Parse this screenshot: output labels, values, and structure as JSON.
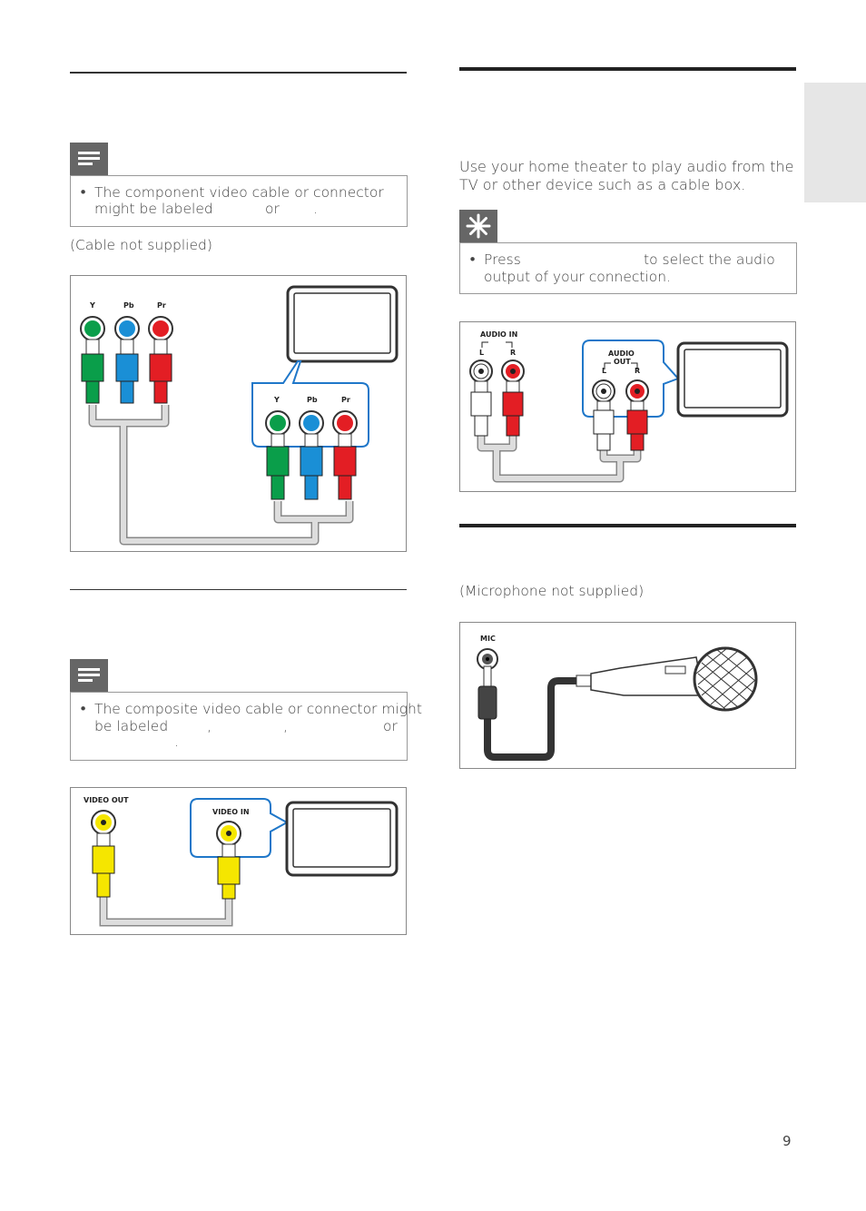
{
  "left": {
    "component_note": {
      "text_line1": "The component video cable or connector",
      "text_line2_a": "might be labeled",
      "text_line2_b": "or",
      "text_line2_c": "."
    },
    "component_caption": "(Cable not supplied)",
    "component_fig": {
      "source_labels": [
        "Y",
        "Pb",
        "Pr"
      ],
      "tv_labels": [
        "Y",
        "Pb",
        "Pr"
      ]
    },
    "composite_note": {
      "text_line1": "The composite video cable or connector might",
      "text_line2_a": "be labeled",
      "text_line2_b": ",",
      "text_line2_c": ",",
      "text_line2_d": "or",
      "text_line3": "."
    },
    "composite_fig": {
      "out_label": "VIDEO OUT",
      "in_label": "VIDEO IN"
    }
  },
  "right": {
    "audio_intro_line1": "Use your home theater to play audio from the",
    "audio_intro_line2": "TV or other device such as a cable box.",
    "audio_tip": {
      "text_a": "Press",
      "text_b": "to select the audio",
      "text_line2": "output of your connection."
    },
    "audio_fig": {
      "in_label": "AUDIO IN",
      "in_l": "L",
      "in_r": "R",
      "out_label1": "AUDIO",
      "out_label2": "OUT",
      "out_l": "L",
      "out_r": "R"
    },
    "mic_caption": "(Microphone not supplied)",
    "mic_fig": {
      "label": "MIC"
    }
  },
  "page_number": "9",
  "colors": {
    "green": "#0a9e4a",
    "blue": "#1a8fd6",
    "red": "#e31e24",
    "yellow": "#f5e600",
    "callout": "#1f77c9",
    "cable": "#d8d8d8"
  }
}
